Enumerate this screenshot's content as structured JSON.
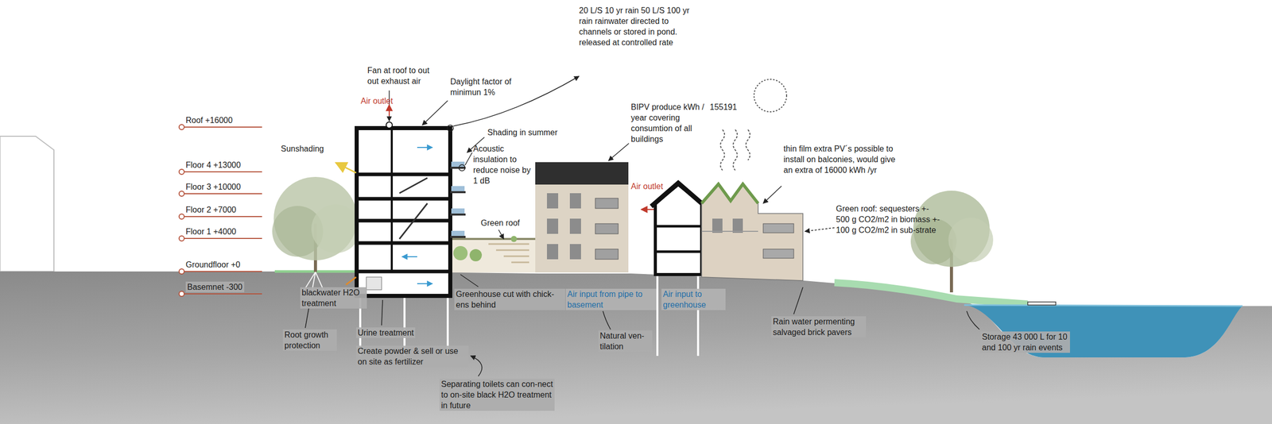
{
  "diagram": {
    "labels": [
      "20 L/S 10 yr rain 50 L/S 100 yr rain rainwater directed to channels or stored in pond. released at controlled rate",
      "Fan at roof to out out exhaust air",
      "Air outlet",
      "Daylight factor of minimun 1%",
      "Roof +16000",
      "Floor 4 +13000",
      "Floor 3 +10000",
      "Floor 2 +7000",
      "Floor 1 +4000",
      "Groundfloor +0",
      "Basemnet -300",
      "Sunshading",
      "Shading in summer",
      "Acoustic insulation to reduce noise by 1 dB",
      "Green roof",
      "BIPV produce kWh / year covering consumtion of all buildings",
      "155191",
      "Air outlet",
      "thin film extra PV´s possible to install on balconies, would give an extra of 16000 kWh /yr",
      "Green roof: sequesters +- 500 g CO2/m2 in biomass +- 100 g CO2/m2 in sub-strate",
      "blackwater H2O treatment",
      "Root growth protection",
      "Urine treatment",
      "Create powder & sell or use on site as fertilizer",
      "Greenhouse cut with chick-ens behind",
      "Air input from pipe to basement",
      "Air input to greenhouse",
      "Natural ven-tilation",
      "Separating toilets can con-nect to on-site black H2O treatment in future",
      "Rain water permenting salvaged brick pavers",
      "Storage 43 000 L for 10 and 100 yr rain events"
    ]
  }
}
